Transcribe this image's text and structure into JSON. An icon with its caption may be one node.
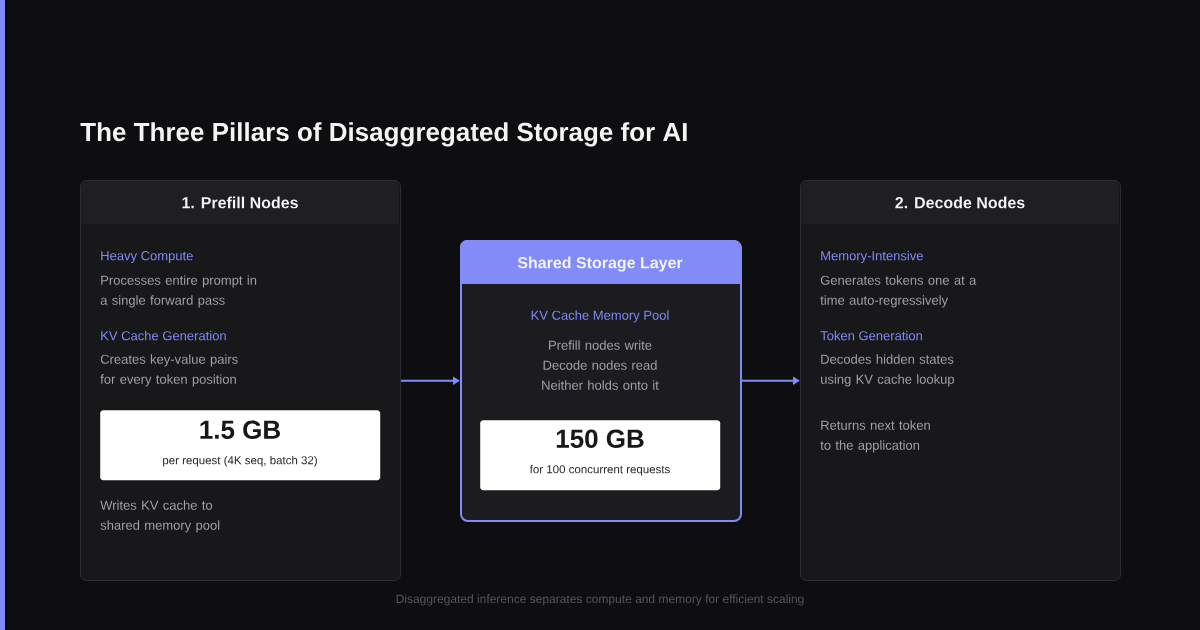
{
  "diagram": {
    "title": "The Three Pillars of Disaggregated Storage for AI",
    "caption": "Disaggregated inference separates compute and memory for efficient scaling",
    "nodes": [
      {
        "text": [
          "1. Prefill Nodes",
          "Heavy Compute",
          "Processes entire prompt in a single forward pass",
          "KV Cache Generation",
          "Creates key-value pairs for every token position",
          "Writes KV cache to shared memory pool"
        ]
      },
      {
        "text": [
          "1.5 GB",
          "per request (4K seq, batch 32)"
        ],
        "in": 0
      },
      {
        "text": [
          "Shared Storage Layer",
          "KV Cache Memory Pool",
          "Prefill nodes write Decode nodes read Neither holds onto it"
        ]
      },
      {
        "text": [
          "150 GB",
          "for 100 concurrent requests"
        ],
        "in": 2
      },
      {
        "text": [
          "2. Decode Nodes",
          "Memory-Intensive",
          "Generates tokens one at a time auto-regressively",
          "Token Generation",
          "Decodes hidden states using KV cache lookup",
          "Returns next token to the application"
        ]
      }
    ],
    "edges": [
      {
        "from": 0,
        "to": 2,
        "arrow": "to"
      },
      {
        "from": 2,
        "to": 4,
        "arrow": "to"
      }
    ]
  }
}
